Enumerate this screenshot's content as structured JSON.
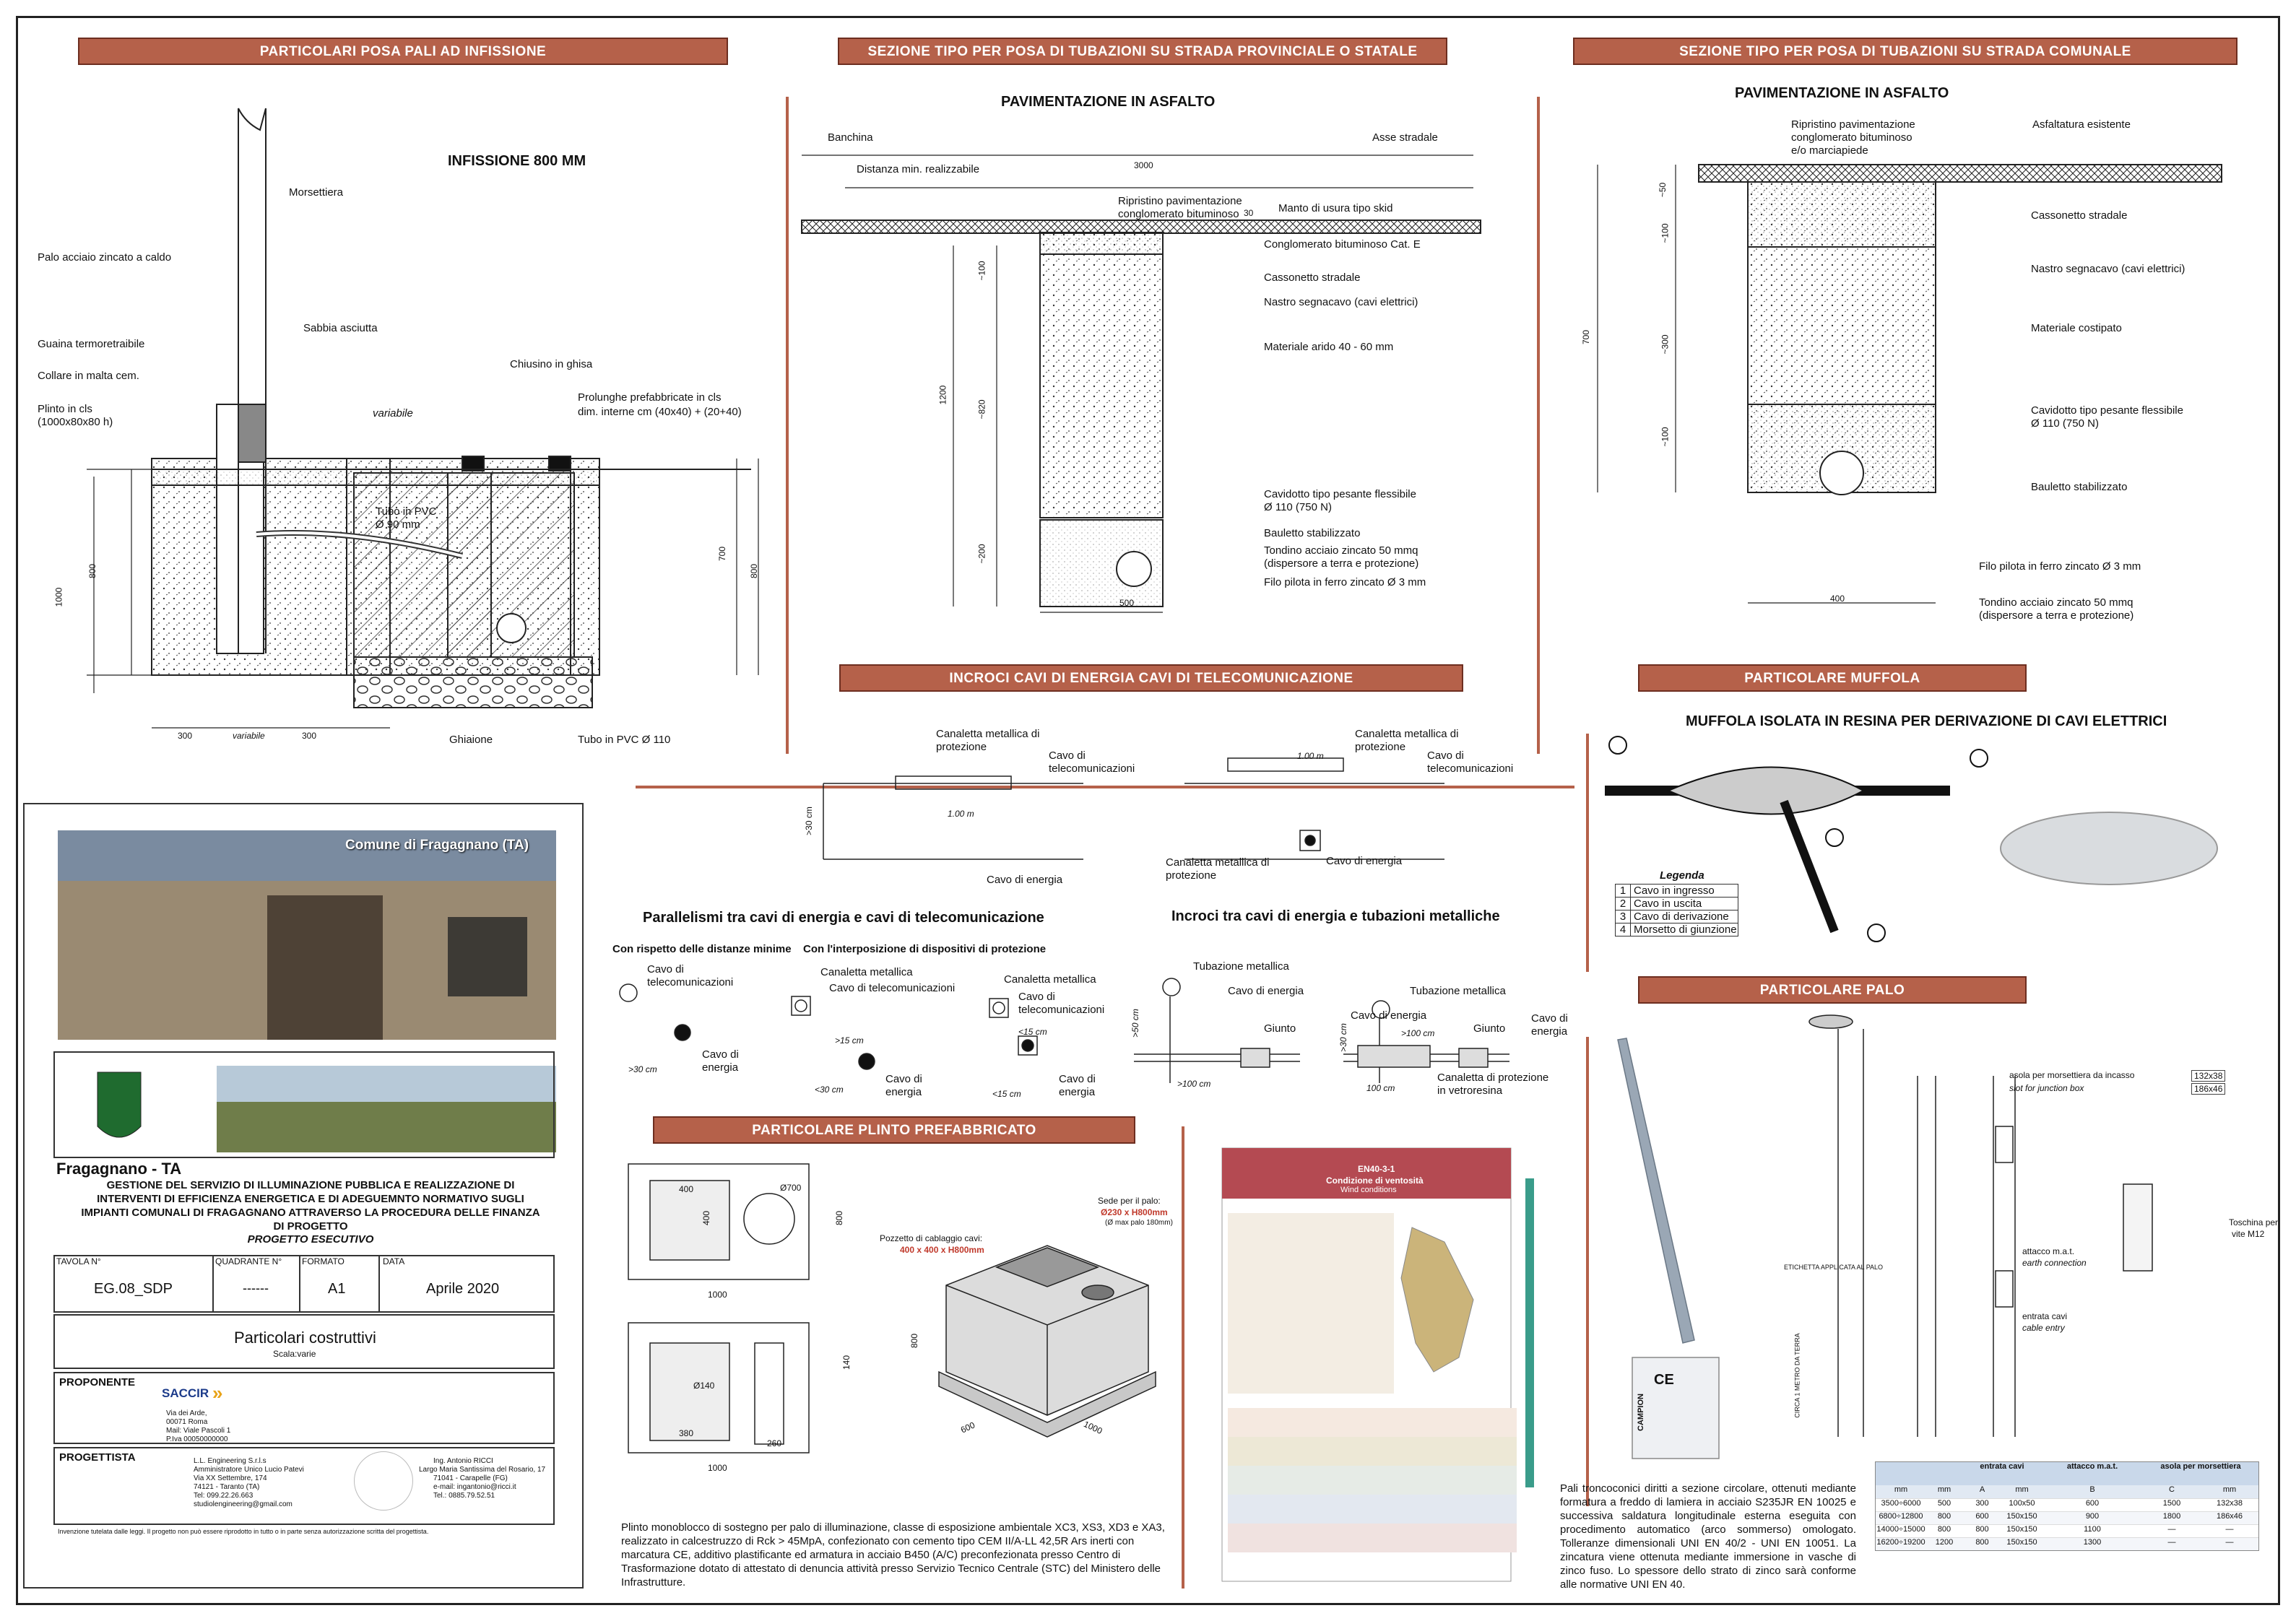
{
  "headers": {
    "pali": "PARTICOLARI POSA PALI AD INFISSIONE",
    "provinciale": "SEZIONE TIPO PER POSA DI TUBAZIONI SU STRADA PROVINCIALE O STATALE",
    "comunale": "SEZIONE TIPO PER POSA DI TUBAZIONI SU STRADA COMUNALE",
    "incroci": "INCROCI CAVI DI ENERGIA CAVI DI TELECOMUNICAZIONE",
    "muffola": "PARTICOLARE MUFFOLA",
    "plinto": "PARTICOLARE PLINTO PREFABBRICATO",
    "palo": "PARTICOLARE PALO"
  },
  "pali": {
    "title": "INFISSIONE 800 MM",
    "labels": [
      "Morsettiera",
      "Palo acciaio zincato a caldo",
      "Sabbia asciutta",
      "Guaina termoretraibile",
      "Collare in malta cem.",
      "Plinto in cls",
      "(1000x80x80 h)",
      "Chiusino in ghisa",
      "Prolunghe prefabbricate in cls",
      "dim. interne cm (40x40) + (20+40)",
      "variabile",
      "Tubo in PVC",
      "Ø 90 mm",
      "Ghiaione",
      "Tubo in PVC Ø 110"
    ],
    "dims": [
      "1000",
      "800",
      "700",
      "800",
      "300",
      "variabile",
      "300"
    ]
  },
  "prov": {
    "title": "PAVIMENTAZIONE IN ASFALTO",
    "labels": [
      "Banchina",
      "Asse stradale",
      "Distanza min. realizzabile",
      "3000",
      "Ripristino pavimentazione",
      "conglomerato bituminoso",
      "Manto di usura tipo skid",
      "30",
      "Conglomerato bituminoso Cat. E",
      "Cassonetto stradale",
      "Nastro segnacavo (cavi elettrici)",
      "Materiale arido 40 - 60 mm",
      "Cavidotto tipo pesante flessibile",
      "Ø 110 (750 N)",
      "Bauletto stabilizzato",
      "Tondino acciaio zincato 50 mmq",
      "(dispersore a terra e protezione)",
      "Filo pilota in ferro zincato Ø 3 mm",
      "500"
    ],
    "dims": [
      "~100",
      "~820",
      "1200",
      "~200"
    ]
  },
  "com": {
    "title": "PAVIMENTAZIONE IN ASFALTO",
    "labels": [
      "Ripristino pavimentazione",
      "conglomerato bituminoso",
      "e/o marciapiede",
      "Asfaltatura esistente",
      "Cassonetto stradale",
      "Nastro segnacavo (cavi elettrici)",
      "Materiale costipato",
      "Cavidotto tipo pesante flessibile",
      "Ø 110 (750 N)",
      "Bauletto stabilizzato",
      "Filo pilota in ferro zincato Ø 3 mm",
      "Tondino acciaio zincato 50 mmq",
      "(dispersore a terra e protezione)",
      "400"
    ],
    "dims": [
      "700",
      "~50",
      "~100",
      "~300",
      "~100"
    ]
  },
  "incroci": {
    "labels": [
      "Canaletta metallica di",
      "protezione",
      "Cavo di",
      "telecomunicazioni",
      "1.00 m",
      "Cavo di energia",
      ">30 cm",
      "Canaletta metallica di protezione"
    ],
    "par_title": "Parallelismi tra cavi di energia e cavi di telecomunicazione",
    "par_sub1": "Con rispetto delle distanze minime",
    "par_sub2": "Con l'interposizione di dispositivi di protezione",
    "inc_title": "Incroci tra cavi di energia e tubazioni metalliche",
    "small": [
      "Cavo di",
      "telecomunicazioni",
      "Cavo di",
      "energia",
      ">30 cm",
      "Canaletta metallica",
      "Cavo di telecomunicazioni",
      ">15 cm",
      "<30 cm",
      "Canaletta metallica",
      "Cavo di",
      "telecomunicazioni",
      "<15 cm",
      "<15 cm",
      "Cavo di",
      "energia",
      "Tubazione metallica",
      "Cavo di energia",
      "Giunto",
      ">50 cm",
      ">100 cm",
      "Tubazione metallica",
      "Cavo di energia",
      "Giunto",
      "Cavo di",
      "energia",
      ">100 cm",
      "100 cm",
      "Canaletta di protezione",
      "in vetroresina",
      ">30 cm"
    ]
  },
  "muffola": {
    "title": "MUFFOLA ISOLATA IN RESINA PER DERIVAZIONE DI CAVI ELETTRICI",
    "legend_title": "Legenda",
    "legend": [
      [
        "1",
        "Cavo in ingresso"
      ],
      [
        "2",
        "Cavo in uscita"
      ],
      [
        "3",
        "Cavo di derivazione"
      ],
      [
        "4",
        "Morsetto di giunzione"
      ]
    ]
  },
  "plinto": {
    "labels": [
      "Sede per il palo:",
      "Ø230 x H800mm",
      "(Ø max palo 180mm)",
      "Pozzetto di cablaggio cavi:",
      "400 x 400 x H800mm",
      "800",
      "1000",
      "600",
      "1000",
      "800",
      "1000",
      "400",
      "400",
      "Ø700",
      "Ø140",
      "380",
      "260",
      "140"
    ],
    "desc": "Plinto monoblocco di sostegno per palo di illuminazione, classe di esposizione ambientale XC3, XS3, XD3 e XA3, realizzato in calcestruzzo di Rck > 45MpA, confezionato con cemento tipo CEM II/A-LL 42,5R Ars inerti con marcatura CE, additivo plastificante ed armatura in acciaio B450 (A/C) preconfezionata presso Centro di Trasformazione dotato di attestato di denuncia attività presso Servizio Tecnico Centrale (STC) del Ministero delle Infrastrutture."
  },
  "vento": {
    "title": "EN40-3-1",
    "sub": "Condizione di ventosità",
    "sub2": "Wind conditions"
  },
  "palo": {
    "labels": [
      "asola per morsettiera da incasso",
      "slot for junction box",
      "132x38",
      "186x46",
      "attacco m.a.t.",
      "earth connection",
      "entrata cavi",
      "cable entry",
      "Toschina per",
      "vite M12",
      "ETICHETTA APPLICATA AL PALO",
      "CIRCA 1 METRO DA TERRA",
      "CAMPION",
      "CE"
    ],
    "desc": "Pali troncoconici diritti a sezione circolare, ottenuti mediante formatura a freddo di lamiera in acciaio S235JR EN 10025 e successiva saldatura longitudinale esterna eseguita con procedimento automatico (arco sommerso) omologato. Tolleranze dimensionali UNI EN 40/2 - UNI EN 10051. La zincatura viene ottenuta mediante immersione in vasche di zinco fuso. Lo spessore dello strato di zinco sarà conforme alle normative UNI EN 40.",
    "table_head": [
      "",
      "",
      "entrata cavi",
      "attacco m.a.t.",
      "asola per morsettiera"
    ],
    "table_sub": [
      "mm",
      "mm",
      "A",
      "mm",
      "B",
      "C",
      "mm"
    ],
    "table_rows": [
      [
        "3500÷6000",
        "500",
        "300",
        "100x50",
        "600",
        "1500",
        "132x38"
      ],
      [
        "6800÷12800",
        "800",
        "600",
        "150x150",
        "900",
        "1800",
        "186x46"
      ],
      [
        "14000÷15000",
        "800",
        "800",
        "150x150",
        "1100",
        "—",
        "—"
      ],
      [
        "16200÷19200",
        "1200",
        "800",
        "150x150",
        "1300",
        "—",
        "—"
      ]
    ]
  },
  "cartiglio": {
    "comune_photo": "Comune di Fragagnano (TA)",
    "ente": "Fragagnano - TA",
    "oggetto": "GESTIONE DEL SERVIZIO DI ILLUMINAZIONE PUBBLICA E REALIZZAZIONE DI INTERVENTI DI EFFICIENZA ENERGETICA E DI ADEGUEMNTO NORMATIVO SUGLI IMPIANTI COMUNALI DI FRAGAGNANO ATTRAVERSO LA PROCEDURA DELLE FINANZA DI PROGETTO",
    "fase": "PROGETTO ESECUTIVO",
    "col_heads": [
      "TAVOLA N°",
      "QUADRANTE N°",
      "FORMATO",
      "DATA"
    ],
    "tavola": "EG.08_SDP",
    "quadrante": "------",
    "formato": "A1",
    "data": "Aprile 2020",
    "titolo": "Particolari costruttivi",
    "scala": "Scala:varie",
    "proponente_label": "PROPONENTE",
    "proponente": "SACCIR",
    "proponente_addr": [
      "Via dei Arde,",
      "00071 Roma",
      "Mail: Viale Pascoli 1",
      "P.Iva 00050000000"
    ],
    "progettista_label": "PROGETTISTA",
    "progettista": [
      "L.L. Engineering S.r.l.s",
      "Amministratore Unico Lucio Patevi",
      "Via XX Settembre, 174",
      "74121 - Taranto (TA)",
      "Tel: 099.22.26.663",
      "studiolengineering@gmail.com"
    ],
    "ing": [
      "Ing. Antonio RICCI",
      "Largo Maria Santissima del Rosario, 17",
      "71041 - Carapelle (FG)",
      "e-mail: ingantonio@ricci.it",
      "Tel.: 0885.79.52.51"
    ],
    "note": "Invenzione tutelata dalle leggi. Il progetto non può essere riprodotto in tutto o in parte senza autorizzazione scritta del progettista."
  }
}
